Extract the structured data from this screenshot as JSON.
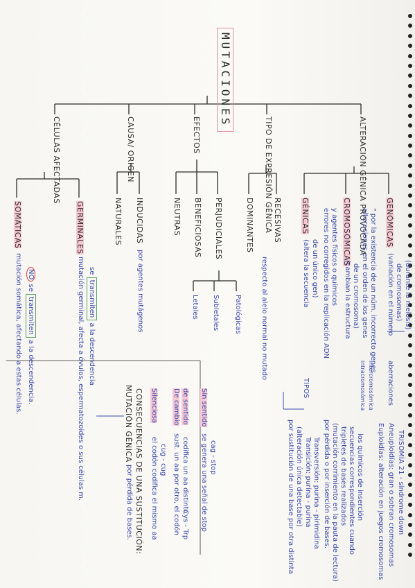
{
  "title": "MUTACIONES",
  "branches": {
    "celulas": "CÉLULAS AFECTADAS",
    "causa": "CAUSA/ ORIGEN",
    "efectos": "EFECTOS",
    "tipo": "TIPO DE EXPRESIÓN GÉNICA",
    "alteracion": "ALTERACIÓN GÉNICA PROVOCADA"
  },
  "celulas": {
    "somaticas": "SOMÁTICAS",
    "somaticas_desc": "mutación somática, afectando a estas células.",
    "no_se": "se",
    "no": "NO",
    "transmiten": "transmiten",
    "a_la_descendencia": "a la descendencia.",
    "germinales": "GERMINALES",
    "germinales_desc": "mutación germinal, afecta a óvulos, espermatozoides o sus células m.",
    "se_transmite": "se",
    "transmiten2": "transmiten",
    "a_desc2": "a la descendencia"
  },
  "causa": {
    "naturales": "NATURALES",
    "inducidas": "INDUCIDAS",
    "inducidas_desc": "por agentes mutágenos"
  },
  "efectos": {
    "neutras": "NEUTRAS",
    "beneficiosas": "BENEFICIOSAS",
    "perjudiciales": "PERJUDICIALES",
    "letales": "Letales",
    "subletales": "Subletales",
    "patologicas": "Patológicas"
  },
  "tipo": {
    "dominantes": "DOMINANTES",
    "recesivas": "RECESIVAS",
    "desc": "respecto al alelo normal no mutado"
  },
  "alteracion": {
    "genicas": "GÉNICAS",
    "genicas_desc1": "(altera la secuencia",
    "genicas_desc2": "de un único gen)",
    "genicas_err1": "errores no corregidos en la replicación ADN",
    "genicas_err2": "y agentes físicos o químicos",
    "tipos": "TIPOS",
    "sust1": "por sustitución de una base por otra distinta",
    "sust2": "(alteración única detectable)",
    "trans1": "Transición: purina - purina",
    "trans2": "Transversión: purina - pirimidina",
    "perd1": "por pérdida o por inserción de bases.",
    "perd2": "(mutación corrimiento en la pauta de lectura)",
    "perd3": "tripletes de bases realizados",
    "perd4": "secuencias correspondientes cuando",
    "perd5": "los químicos de inserción",
    "cromosomicas": "CROMOSÓMICAS",
    "crom_desc1": "(cambian la estructura",
    "crom_desc2": "de un cromosoma)",
    "crom_a": "alteraciones en el orden de los genes",
    "crom_b": "\" por la existencia de un núm. incorrecto genes",
    "intracrom": "intracromosómica",
    "intercrom": "intercromosómica",
    "genomicas": "GENÓMICAS",
    "genom_desc1": "(variación en el número",
    "genom_desc2": "de cromosomas)",
    "genom_desc3": "(durante la meiosis)",
    "aberraciones": "aberraciones",
    "euplo": "Euploidías: alteración en juegos cromosomas",
    "aneu": "Aneuploidías: gran o sobran cromosomas",
    "trisomia": "TRISOMÍA 21 - síndrome down"
  },
  "box": {
    "title1": "MUTACIÓN GÉNICA",
    "title2": "por pérdida de bases.",
    "subtitle": "CONSECUENCIAS DE UNA SUSTITUCIÓN:",
    "silenciosa": "Silenciosa",
    "silenciosa_desc1": "el codón codifica el mismo aa",
    "silenciosa_desc2": "cug - cug",
    "cambio": "De cambio",
    "de_sentido": "de sentido",
    "cambio_desc1": "sust. un aa por otro, el codón",
    "cambio_desc2": "codifica un aa distinto",
    "cambio_desc3": "Cys - Trp",
    "sin_sentido": "Sin sentido",
    "sin_desc1": "se genera una señal de stop",
    "sin_desc2": "cag - stop"
  }
}
